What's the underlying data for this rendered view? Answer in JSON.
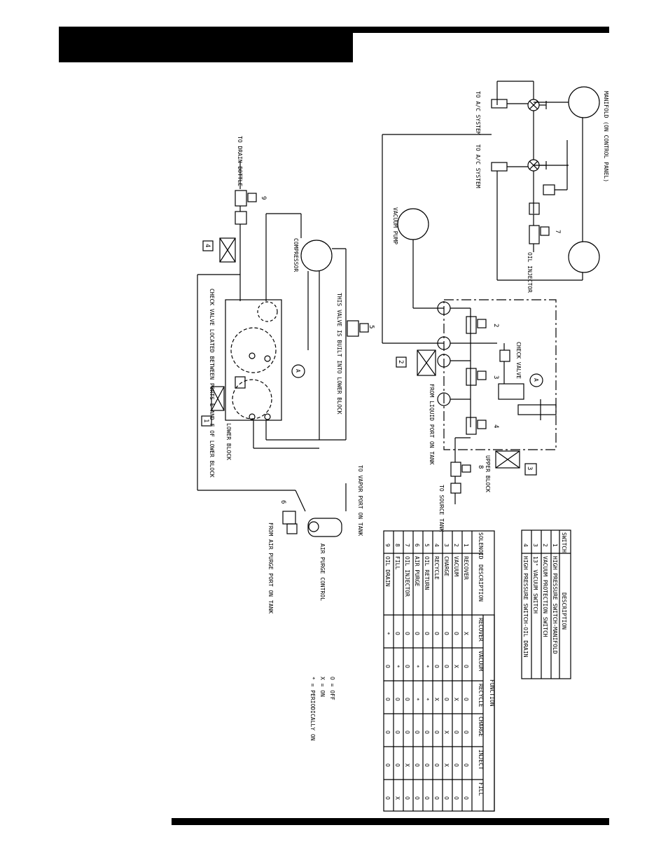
{
  "labels": {
    "manifold": "MANIFOLD (ON CONTROL PANEL)",
    "to_ac_1": "TO A/C SYSTEM",
    "to_ac_2": "TO A/C SYSTEM",
    "vacuum_pump": "VACUUM PUMP",
    "oil_injector": "OIL INJECTOR",
    "check_valve_upper": "CHECK VALVE",
    "from_liquid": "FROM LIQUID PORT ON TANK",
    "upper_block": "UPPER BLOCK",
    "to_source": "TO SOURCE TANK",
    "to_drain": "TO DRAIN BOTTLE",
    "compressor": "COMPRESSOR",
    "valve_note": "THIS VALVE IS BUILT INTO LOWER BLOCK",
    "check_valve_note": "CHECK VALVE LOCATED BETWEEN PORTS E AND F OF LOWER BLOCK",
    "lower_block": "LOWER BLOCK",
    "to_vapor": "TO VAPOR PORT ON TANK",
    "air_purge_control": "AIR PURGE CONTROL",
    "from_air_purge": "FROM AIR PURGE PORT ON TANK",
    "gauge_a": "A",
    "sol_2": "2",
    "sol_3": "3",
    "sol_4": "4",
    "sol_5": "5",
    "sol_6": "6",
    "sol_7": "7",
    "sol_8": "8",
    "sol_9": "9",
    "sw_1": "1",
    "sw_2": "2",
    "sw_3": "3",
    "sw_4": "4"
  },
  "switch_table": {
    "headers": [
      "SWITCH",
      "DESCRIPTION"
    ],
    "rows": [
      [
        "1",
        "HIGH PRESSURE SWITCH-MANIFOLD"
      ],
      [
        "2",
        "VACUUM PROTECTION SWITCH"
      ],
      [
        "3",
        "13\" VACUUM SWITCH"
      ],
      [
        "4",
        "HIGH PRESSURE SWITCH-OIL DRAIN"
      ]
    ]
  },
  "solenoid_table": {
    "group_header": "FUNCTION",
    "headers": [
      "SOLENOID",
      "DESCRIPTION",
      "RECOVER",
      "VACUUM",
      "RECYCLE",
      "CHARGE",
      "INJECT",
      "FILL"
    ],
    "rows": [
      [
        "1",
        "RECOVER",
        "X",
        "O",
        "O",
        "O",
        "O",
        "O"
      ],
      [
        "2",
        "VACUUM",
        "O",
        "X",
        "X",
        "O",
        "O",
        "O"
      ],
      [
        "3",
        "CHARGE",
        "O",
        "O",
        "O",
        "X",
        "X",
        "O"
      ],
      [
        "4",
        "RECYCLE",
        "O",
        "O",
        "X",
        "O",
        "O",
        "O"
      ],
      [
        "5",
        "OIL RETURN",
        "O",
        "*",
        "*",
        "O",
        "O",
        "O"
      ],
      [
        "6",
        "AIR PURGE",
        "O",
        "*",
        "*",
        "O",
        "O",
        "O"
      ],
      [
        "7",
        "OIL INJECTOR",
        "O",
        "O",
        "O",
        "O",
        "X",
        "O"
      ],
      [
        "8",
        "FILL",
        "O",
        "*",
        "O",
        "O",
        "O",
        "X"
      ],
      [
        "9",
        "OIL DRAIN",
        "*",
        "O",
        "O",
        "O",
        "O",
        "O"
      ]
    ]
  },
  "legend": [
    "O = OFF",
    "X = ON",
    "* = PERIODICALLY ON"
  ]
}
